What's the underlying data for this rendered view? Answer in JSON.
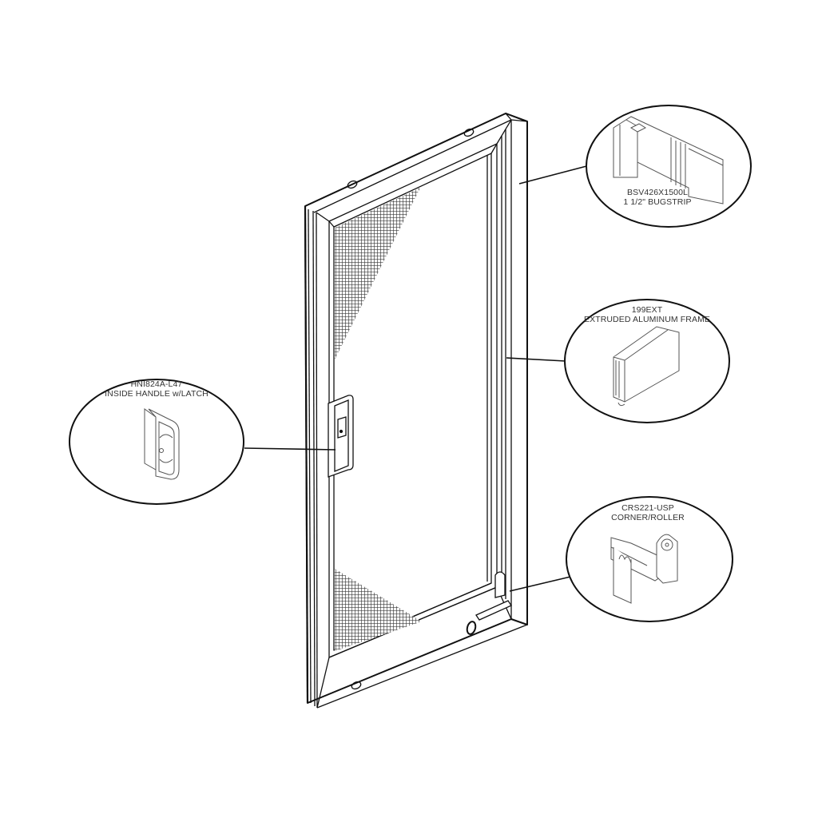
{
  "diagram": {
    "subject": "screen door assembly",
    "colors": {
      "line": "#111111",
      "mesh": "#444444",
      "background": "#ffffff",
      "label_text": "#333333"
    },
    "callouts": [
      {
        "id": "bugstrip",
        "part_number": "BSV426X1500L",
        "description": "1 1/2\" BUGSTRIP"
      },
      {
        "id": "frame",
        "part_number": "199EXT",
        "description": "EXTRUDED ALUMINUM FRAME"
      },
      {
        "id": "handle",
        "part_number": "HNI824A-L47",
        "description": "INSIDE HANDLE w/LATCH"
      },
      {
        "id": "roller",
        "part_number": "CRS221-USP",
        "description": "CORNER/ROLLER"
      }
    ]
  }
}
